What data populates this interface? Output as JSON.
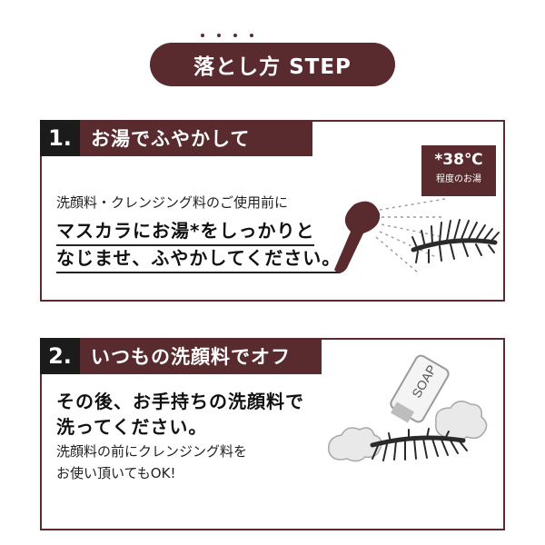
{
  "header": {
    "title": "落とし方 STEP"
  },
  "step1": {
    "number": "1.",
    "title": "お湯でふやかして",
    "line1": "洗顔料・クレンジング料のご使用前に",
    "line2": "マスカラにお湯*をしっかりと",
    "line3": "なじませ、ふやかしてください。",
    "temp_main": "*38℃",
    "temp_sub": "程度のお湯"
  },
  "step2": {
    "number": "2.",
    "title": "いつもの洗顔料でオフ",
    "line1": "その後、お手持ちの洗顔料で",
    "line2": "洗ってください。",
    "line3": "洗顔料の前にクレンジング料を",
    "line4": "お使い頂いてもOK!",
    "tube_label": "SOAP"
  },
  "colors": {
    "accent": "#5a2b2e",
    "number_bg": "#1b1b1b",
    "text": "#1f1f1f"
  }
}
